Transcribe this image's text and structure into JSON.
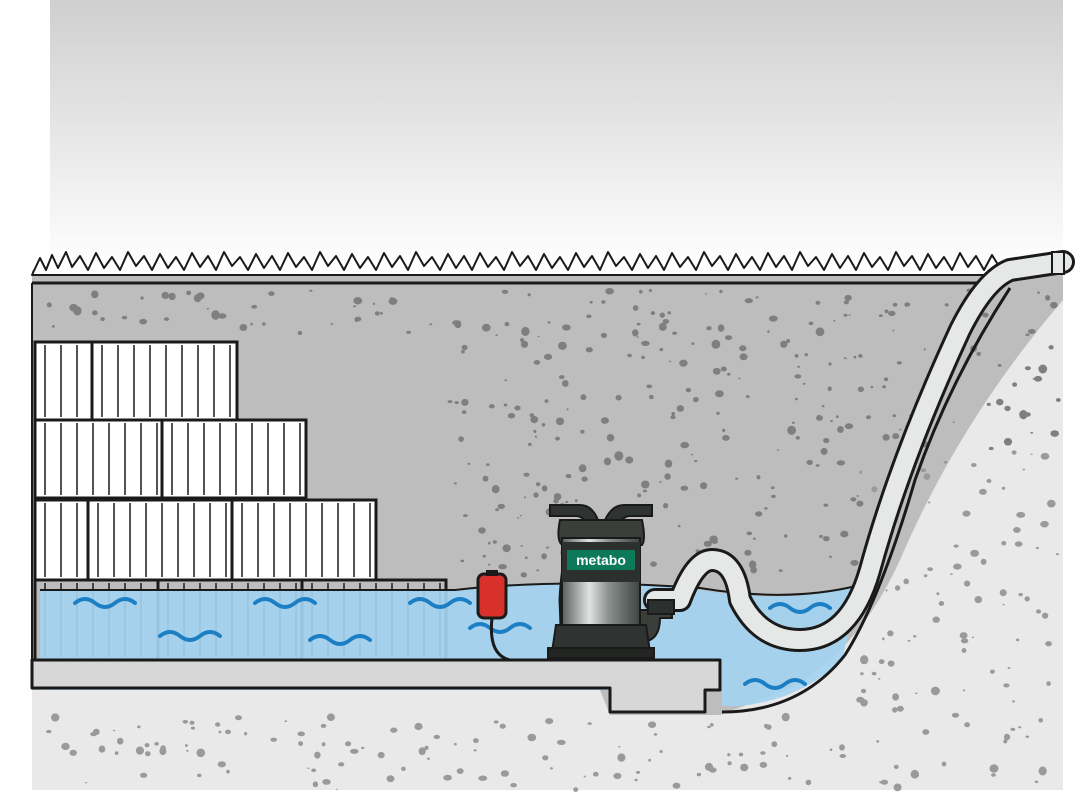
{
  "pump": {
    "brand_label": "metabo"
  },
  "colors": {
    "sky_top": "#cfcfcf",
    "sky_bottom": "#ffffff",
    "soil": "#b9b9b9",
    "soil_speckle": "#8d8d8d",
    "water": "#9fd0ef",
    "water_wave": "#1c7fc4",
    "pump_body": "#3a3f3c",
    "pump_label": "#0c7a5a",
    "float_switch": "#d8312b",
    "hose": "#e4e6e6",
    "outline": "#1a1a1a"
  },
  "icons": [
    "grass-edge",
    "stacked-crates",
    "submersible-pump",
    "float-switch",
    "discharge-hose",
    "water-waves"
  ]
}
